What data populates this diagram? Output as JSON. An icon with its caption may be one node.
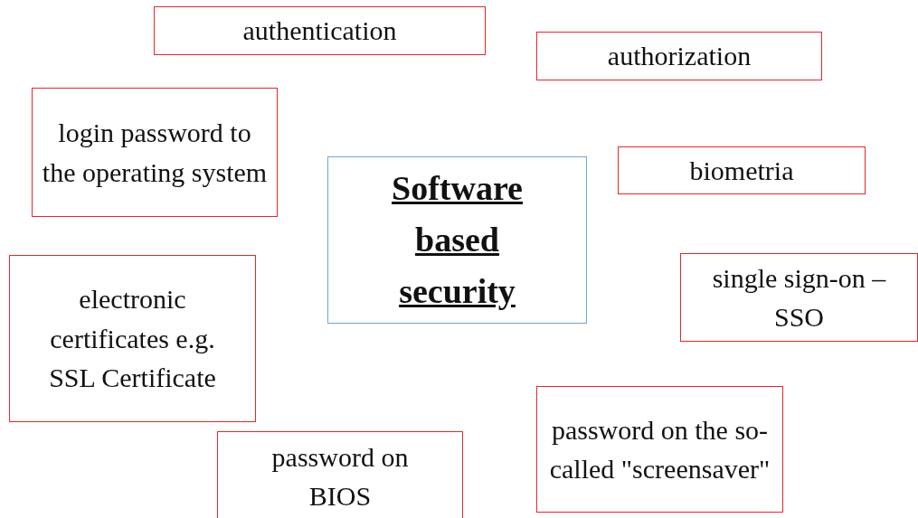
{
  "diagram": {
    "nodes": [
      {
        "text": [
          "authentication"
        ]
      },
      {
        "text": [
          "authorization"
        ]
      },
      {
        "text": [
          "login password to the operating system"
        ]
      },
      {
        "text": [
          "biometria"
        ]
      },
      {
        "text": [
          "Software based security"
        ]
      },
      {
        "text": [
          "electronic certificates e.g. SSL Certificate"
        ]
      },
      {
        "text": [
          "single sign-on – SSO"
        ]
      },
      {
        "text": [
          "password on the so-called \"screensaver\""
        ]
      },
      {
        "text": [
          "password on BIOS"
        ]
      }
    ]
  }
}
